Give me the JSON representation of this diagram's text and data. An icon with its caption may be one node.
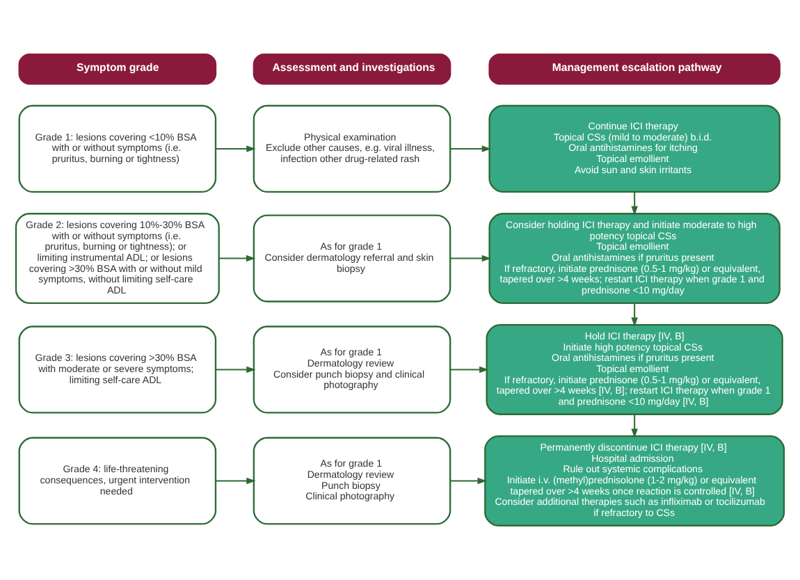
{
  "diagram": {
    "nodes": [
      {
        "text": [
          "Symptom grade"
        ]
      },
      {
        "text": [
          "Assessment and investigations"
        ]
      },
      {
        "text": [
          "Management escalation pathway"
        ]
      },
      {
        "text": [
          "Grade 1: lesions covering <10% BSA with or without symptoms (i.e. pruritus, burning or tightness)"
        ]
      },
      {
        "text": [
          "Physical examination",
          "Exclude other causes, e.g. viral illness, infection other drug-related rash"
        ]
      },
      {
        "text": [
          "Continue ICI therapy",
          "Topical CSs (mild to moderate) b.i.d.",
          "Oral antihistamines for itching",
          "Topical emollient",
          "Avoid sun and skin irritants"
        ]
      },
      {
        "text": [
          "Grade 2: lesions covering 10%-30% BSA with or without symptoms (i.e. pruritus, burning or tightness); or limiting instrumental ADL; or lesions covering >30% BSA with or without mild symptoms, without limiting self-care ADL"
        ]
      },
      {
        "text": [
          "As for grade 1",
          "Consider dermatology referral and skin biopsy"
        ]
      },
      {
        "text": [
          "Consider holding ICI therapy and initiate moderate to high potency topical CSs",
          "Topical emollient",
          "Oral antihistamines if pruritus present",
          "If refractory, initiate prednisone (0.5-1 mg/kg) or equivalent, tapered over >4 weeks; restart ICI therapy when grade 1 and prednisone <10 mg/day"
        ]
      },
      {
        "text": [
          "Grade 3: lesions covering >30% BSA with moderate or severe symptoms; limiting self-care ADL"
        ]
      },
      {
        "text": [
          "As for grade 1",
          "Dermatology review",
          "Consider punch biopsy and clinical photography"
        ]
      },
      {
        "text": [
          "Hold ICI therapy [IV, B]",
          "Initiate high potency topical CSs",
          "Oral antihistamines if pruritus present",
          "Topical emollient",
          "If refractory, initiate prednisone (0.5-1 mg/kg) or equivalent, tapered over >4 weeks [IV, B]; restart ICI therapy when grade 1 and prednisone <10 mg/day [IV, B]"
        ]
      },
      {
        "text": [
          "Grade 4: life-threatening consequences, urgent intervention needed"
        ]
      },
      {
        "text": [
          "As for grade 1",
          "Dermatology review",
          "Punch biopsy",
          "Clinical photography"
        ]
      },
      {
        "text": [
          "Permanently discontinue ICI therapy [IV, B]",
          "Hospital admission",
          "Rule out systemic complications",
          "Initiate i.v. (methyl)prednisolone (1-2 mg/kg) or equivalent tapered over >4 weeks once reaction is controlled [IV, B]",
          "Consider additional therapies such as infliximab or tocilizumab if refractory to CSs"
        ]
      }
    ],
    "edges": [
      {
        "from": 3,
        "to": 4,
        "arrow": "to"
      },
      {
        "from": 4,
        "to": 5,
        "arrow": "to"
      },
      {
        "from": 5,
        "to": 8,
        "arrow": "to"
      },
      {
        "from": 6,
        "to": 7,
        "arrow": "to"
      },
      {
        "from": 7,
        "to": 8,
        "arrow": "to"
      },
      {
        "from": 8,
        "to": 11,
        "arrow": "to"
      },
      {
        "from": 9,
        "to": 10,
        "arrow": "to"
      },
      {
        "from": 10,
        "to": 11,
        "arrow": "to"
      },
      {
        "from": 11,
        "to": 14,
        "arrow": "to"
      },
      {
        "from": 12,
        "to": 13,
        "arrow": "to"
      },
      {
        "from": 13,
        "to": 14,
        "arrow": "to"
      }
    ]
  }
}
